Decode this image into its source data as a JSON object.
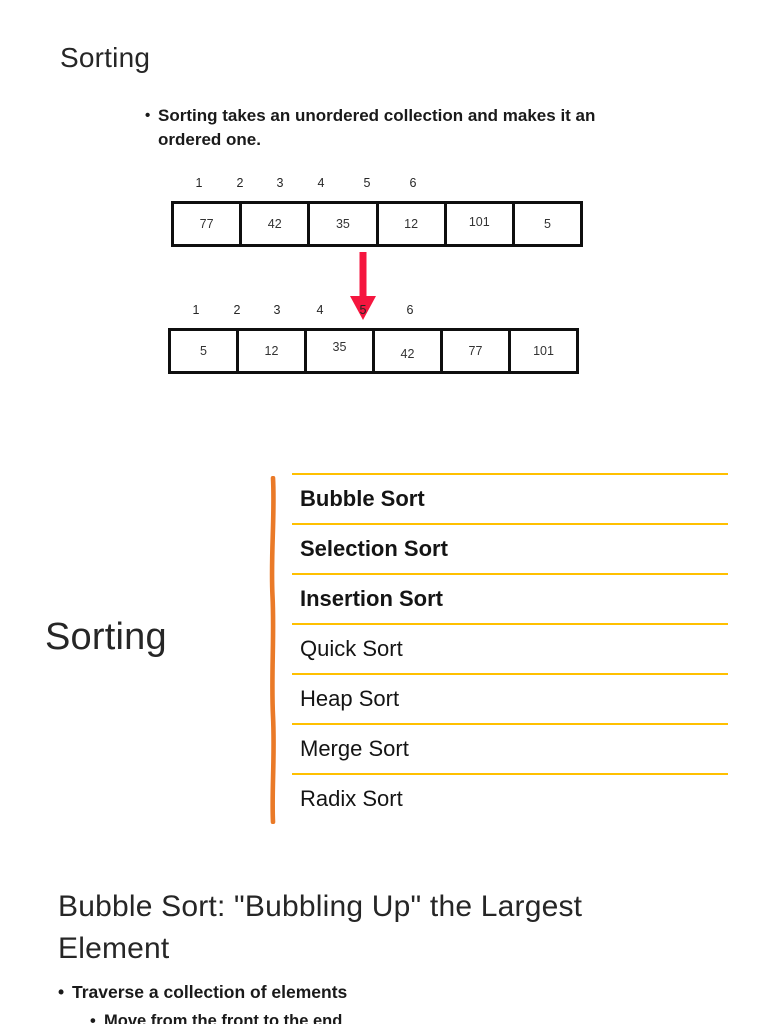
{
  "colors": {
    "accent_orange": "#EA7A28",
    "accent_yellow": "#FFC000",
    "arrow_red": "#F5163F",
    "border_black": "#0F0F0F"
  },
  "slide_sorting_intro": {
    "title": "Sorting",
    "bullet_glyph": "•",
    "bullet": "Sorting takes an unordered collection and makes it an ordered one.",
    "unsorted_array": {
      "indices": [
        "1",
        "2",
        "3",
        "4",
        "5",
        "6"
      ],
      "values": [
        "77",
        "42",
        "35",
        "12",
        "101",
        "5"
      ]
    },
    "sorted_array": {
      "indices": [
        "1",
        "2",
        "3",
        "4",
        "5",
        "6"
      ],
      "values": [
        "5",
        "12",
        "35",
        "42",
        "77",
        "101"
      ]
    },
    "arrow_icon": "down-arrow"
  },
  "slide_sorting_list": {
    "title": "Sorting",
    "items": [
      {
        "label": "Bubble Sort",
        "emphasis": true
      },
      {
        "label": "Selection Sort",
        "emphasis": true
      },
      {
        "label": "Insertion Sort",
        "emphasis": true
      },
      {
        "label": "Quick Sort",
        "emphasis": false
      },
      {
        "label": "Heap Sort",
        "emphasis": false
      },
      {
        "label": "Merge Sort",
        "emphasis": false
      },
      {
        "label": "Radix Sort",
        "emphasis": false
      }
    ]
  },
  "slide_bubble_sort": {
    "title": "Bubble Sort: \"Bubbling Up\" the Largest Element",
    "bullet_glyph": "•",
    "bullets": [
      {
        "level": 1,
        "text": "Traverse a collection of elements"
      },
      {
        "level": 2,
        "text": "Move from the front to the end"
      }
    ]
  }
}
